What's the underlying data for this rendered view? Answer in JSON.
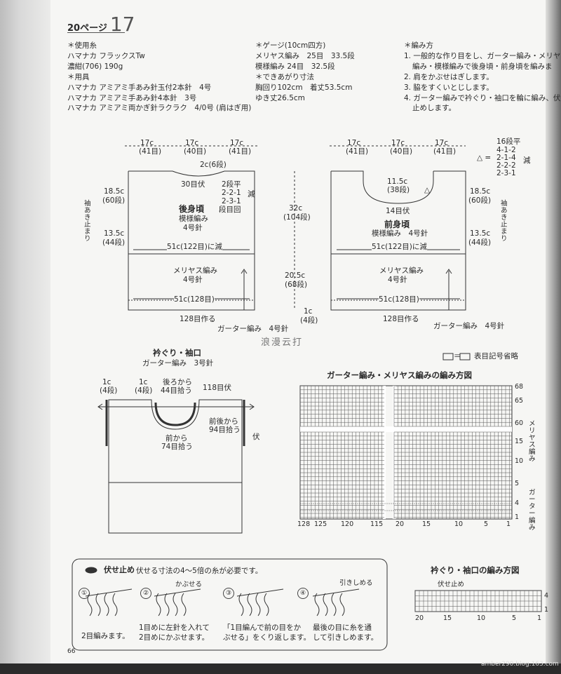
{
  "header": {
    "page_prefix": "20ページ",
    "page_number": "17"
  },
  "materials": {
    "yarn_title": "＊使用糸",
    "yarn_name": "ハマナカ フラックスTw",
    "yarn_color": "濃紺(706) 190g",
    "tools_title": "＊用具",
    "tool1": "ハマナカ アミアミ手あみ針玉付2本針　4号",
    "tool2": "ハマナカ アミアミ手あみ針4本針　3号",
    "tool3": "ハマナカ アミアミ両かぎ針ラクラク　4/0号 (肩はぎ用)"
  },
  "gauge": {
    "title": "＊ゲージ(10cm四方)",
    "row1": "メリヤス編み　25目　33.5段",
    "row2": "模様編み 24目　32.5段",
    "size_title": "＊できあがり寸法",
    "size1": "胸回り102cm　着丈53.5cm",
    "size2": "ゆき丈26.5cm"
  },
  "method": {
    "title": "＊編み方",
    "s1a": "1. 一般的な作り目をし、ガーター編み・メリヤ",
    "s1b": "編み・模様編みで後身頃・前身頃を編みま",
    "s2": "2. 肩をかぶせはぎします。",
    "s3": "3. 脇をすくいとじします。",
    "s4a": "4. ガーター編みで衿ぐり・袖口を輪に編み、伏",
    "s4b": "止めします。"
  },
  "back": {
    "w1": "17c",
    "w1s": "(41目)",
    "w2": "17c",
    "w2s": "(40目)",
    "w3": "17c",
    "w3s": "(41目)",
    "neck": "2c(6段)",
    "neck_bo": "30目伏",
    "dec_title": "2段平",
    "dec1": "2-2-1",
    "dec2": "2-3-1",
    "dec3": "段目回",
    "dec_label": "減",
    "armhole": "18.5c",
    "armhole_s": "(60段)",
    "sleeve_open": "袖あき止まり",
    "side": "13.5c",
    "side_s": "(44段)",
    "name": "後身頃",
    "pattern": "模様編み",
    "needle": "4号針",
    "mid": "51c(122目)に減",
    "stockinette": "メリヤス編み",
    "needle2": "4号針",
    "bottom": "51c(128目)",
    "cast_on": "128目作る",
    "garter": "ガーター編み　4号針"
  },
  "center": {
    "h1": "32c",
    "h1s": "(104段)",
    "h2": "20.5c",
    "h2s": "(68段)",
    "h3": "1c",
    "h3s": "(4段)"
  },
  "front": {
    "w1": "17c",
    "w1s": "(41目)",
    "w2": "17c",
    "w2s": "(40目)",
    "w3": "17c",
    "w3s": "(41目)",
    "dec_title": "16段平",
    "dec1": "4-1-2",
    "dec2": "2-1-4",
    "dec3": "2-2-2",
    "dec4": "2-3-1",
    "dec_label": "減",
    "tri": "△ =",
    "neck_depth": "11.5c",
    "neck_depth_s": "(38段)",
    "neck_bo": "14目伏",
    "armhole": "18.5c",
    "armhole_s": "(60段)",
    "sleeve_open": "袖あき止まり",
    "side": "13.5c",
    "side_s": "(44段)",
    "name": "前身頃",
    "pattern": "模様編み　4号針",
    "mid": "51c(122目)に減",
    "stockinette": "メリヤス編み",
    "needle2": "4号針",
    "bottom": "51c(128目)",
    "cast_on": "128目作る",
    "garter": "ガーター編み　4号針"
  },
  "collar": {
    "title": "衿ぐり・袖口",
    "sub": "ガーター編み　3号針",
    "l1": "1c",
    "l1s": "(4段)",
    "l2": "1c",
    "l2s": "(4段)",
    "back_pick": "後ろから",
    "back_pick2": "44目拾う",
    "total": "118目伏",
    "front_pick": "前から",
    "front_pick2": "74目拾う",
    "arm_pick": "前後から",
    "arm_pick2": "94目拾う",
    "arm_bo": "伏"
  },
  "chart": {
    "legend": "＝",
    "legend_note": "表目記号省略",
    "title": "ガーター編み・メリヤス編みの編み方図",
    "bottom_labels": [
      "128",
      "125",
      "120",
      "115",
      "20",
      "15",
      "10",
      "5",
      "1"
    ],
    "right_labels": [
      "68",
      "65",
      "60",
      "15",
      "10",
      "5",
      "4",
      "1"
    ],
    "side1": "メリヤス編み",
    "side2": "ガーター編み"
  },
  "bind_off": {
    "title": "伏せ止め",
    "desc": "伏せる寸法の4～5倍の糸が必要です。",
    "steps": [
      "①",
      "②",
      "③",
      "④"
    ],
    "s1": "2目編みます。",
    "s2a": "1目めに左針を入れて",
    "s2b": "2目めにかぶせます。",
    "s2_note": "かぶせる",
    "s3a": "「1目編んで前の目をか",
    "s3b": "ぶせる」をくり返します。",
    "s4a": "最後の目に糸を通",
    "s4b": "して引きしめます。",
    "s4_note": "引きしめる"
  },
  "collar_chart": {
    "title": "衿ぐり・袖口の編み方図",
    "note": "伏せ止め",
    "bottom_labels": [
      "20",
      "15",
      "10",
      "5",
      "1"
    ],
    "right_labels": [
      "4",
      "1"
    ]
  },
  "footer": {
    "page": "66",
    "url": "amber290.blog.163.com"
  },
  "watermark": "浪漫云打"
}
